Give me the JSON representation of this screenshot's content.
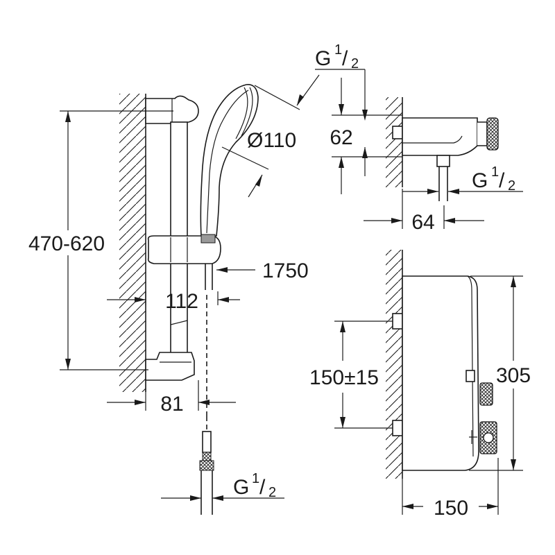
{
  "dimensions": {
    "height_range": "470-620",
    "hand_shower_diameter": "Ø110",
    "hose_length": "1750",
    "bar_offset": "112",
    "bracket_depth": "81",
    "inlet_spacing": "150±15",
    "thermostat_height": "305",
    "thermostat_depth": "150",
    "body_height": "62",
    "outlet_offset": "64"
  },
  "threads": {
    "prefix": "G",
    "numerator": "1",
    "slash": "/",
    "denominator": "2"
  }
}
